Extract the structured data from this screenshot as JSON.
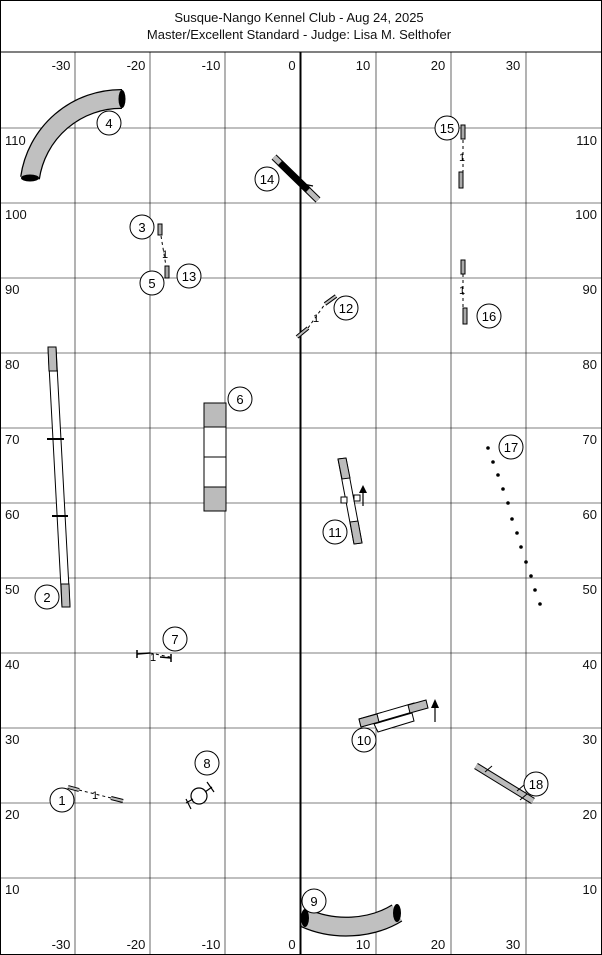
{
  "header": {
    "title": "Susque-Nango Kennel Club - Aug 24, 2025",
    "subtitle": "Master/Excellent Standard - Judge: Lisa M. Selthofer"
  },
  "axes": {
    "x_labels": [
      "-30",
      "-20",
      "-10",
      "0",
      "10",
      "20",
      "30"
    ],
    "y_labels": [
      "110",
      "100",
      "90",
      "80",
      "70",
      "60",
      "50",
      "40",
      "30",
      "20",
      "10"
    ]
  },
  "numbers": [
    "1",
    "2",
    "3",
    "4",
    "5",
    "6",
    "7",
    "8",
    "9",
    "10",
    "11",
    "12",
    "13",
    "14",
    "15",
    "16",
    "17",
    "18"
  ],
  "marks": {
    "one": "1"
  }
}
